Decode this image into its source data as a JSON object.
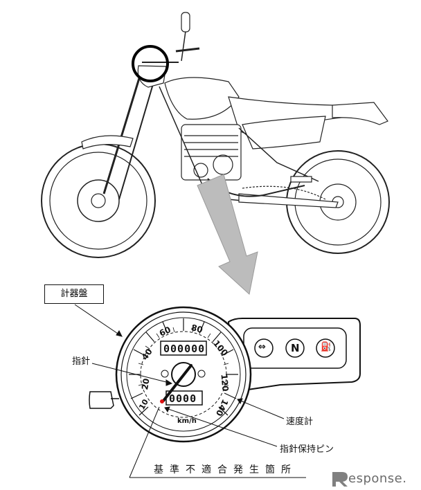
{
  "labels": {
    "instrument_panel": "計器盤",
    "pointer": "指針",
    "speedometer": "速度計",
    "pointer_pin": "指針保持ピン",
    "defect_location": "基準不適合発生箇所"
  },
  "gauge": {
    "ticks": [
      "10",
      "20",
      "40",
      "60",
      "80",
      "100",
      "120",
      "140"
    ],
    "unit": "km/h",
    "odometer": "000000",
    "tripmeter": "0000",
    "indicators": [
      "⇔",
      "N",
      "⛽"
    ]
  },
  "watermark": {
    "text": "esponse."
  }
}
